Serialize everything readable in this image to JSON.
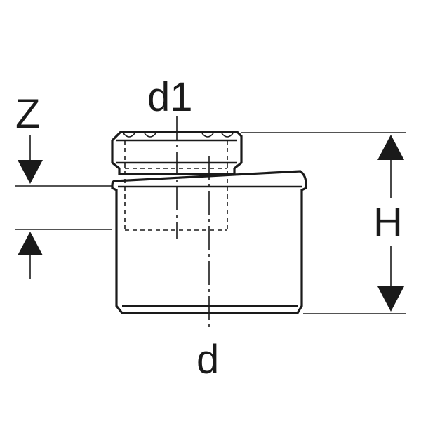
{
  "labels": {
    "z": "Z",
    "d1": "d1",
    "h": "H",
    "d": "d"
  },
  "colors": {
    "line": "#1a1a1a",
    "background": "#ffffff"
  }
}
